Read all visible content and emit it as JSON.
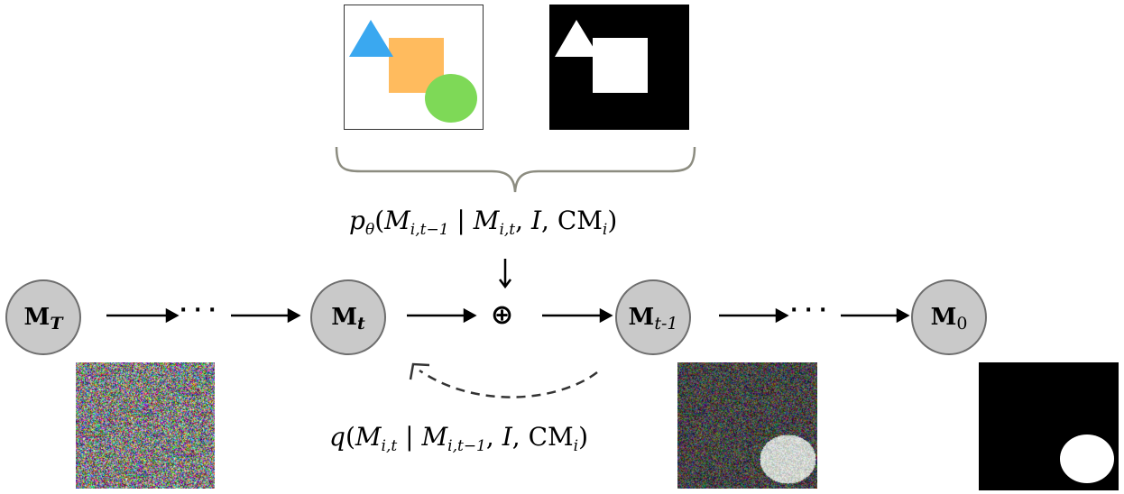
{
  "nodes": {
    "mT": {
      "main": "M",
      "sub": "T"
    },
    "mt": {
      "main": "M",
      "sub": "t"
    },
    "mt1": {
      "main": "M",
      "sub": "t-1"
    },
    "m0": {
      "main": "M",
      "sub": "0"
    }
  },
  "ellipsis": "· · ·",
  "plus_symbol": "⊕",
  "formula_reverse": {
    "p": "p",
    "theta": "θ",
    "open": "(",
    "M1": "M",
    "M1_sub": "i,t−1",
    "bar": " | ",
    "M2": "M",
    "M2_sub": "i,t",
    "comma1": ", ",
    "I": "I",
    "comma2": ", ",
    "CM": "CM",
    "CM_sub": "i",
    "close": ")"
  },
  "formula_forward": {
    "q": "q",
    "open": "(",
    "M1": "M",
    "M1_sub": "i,t",
    "bar": " | ",
    "M2": "M",
    "M2_sub": "i,t−1",
    "comma1": ", ",
    "I": "I",
    "comma2": ", ",
    "CM": "CM",
    "CM_sub": "i",
    "close": ")"
  },
  "colors": {
    "node_fill": "#c9c9c9",
    "node_stroke": "#6e6e6e",
    "brace": "#8c8c80",
    "triangle": "#3aa8f0",
    "square": "#ffbb5e",
    "ellipse": "#7ed957",
    "mask_bg": "#000000",
    "mask_fg": "#ffffff"
  }
}
